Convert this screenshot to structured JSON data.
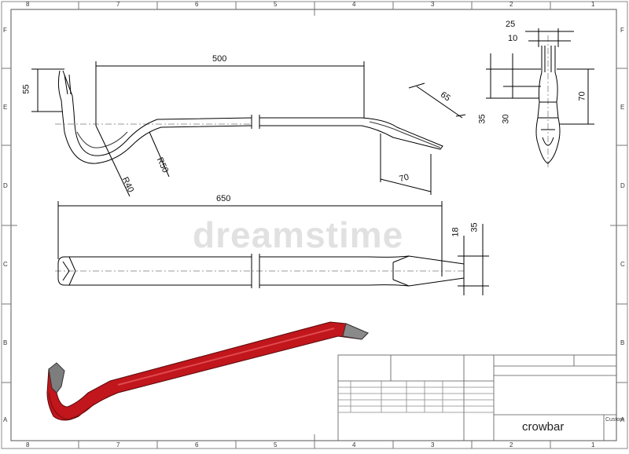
{
  "drawing": {
    "title": "crowbar",
    "custom_label": "Custom",
    "watermark": "dreamstime"
  },
  "zones": {
    "top": [
      "8",
      "7",
      "6",
      "5",
      "4",
      "3",
      "2",
      "1"
    ],
    "bottom": [
      "8",
      "7",
      "6",
      "5",
      "4",
      "3",
      "2",
      "1"
    ],
    "left": [
      "F",
      "E",
      "D",
      "C",
      "B",
      "A"
    ],
    "right": [
      "F",
      "E",
      "D",
      "C",
      "B",
      "A"
    ]
  },
  "dimensions": {
    "side_length": "500",
    "hook_height": "55",
    "radius_large": "R50",
    "radius_small": "R40",
    "tip_angle_length": "65",
    "tip_offset": "70",
    "end_width_outer": "25",
    "end_width_inner": "10",
    "end_height_total": "70",
    "end_height_a": "35",
    "end_height_b": "30",
    "top_length": "650",
    "top_width_a": "18",
    "top_width_b": "35"
  },
  "colors": {
    "line": "#000000",
    "border": "#555555",
    "crowbar_red": "#c0161c",
    "crowbar_gray": "#7d7d7d"
  }
}
